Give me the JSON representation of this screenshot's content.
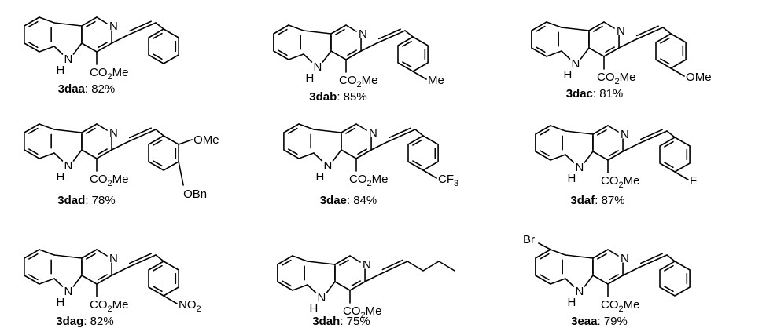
{
  "atoms": {
    "N": "N",
    "H": "H",
    "ester": "CO",
    "ester_sub": "2",
    "ester_tail": "Me",
    "Me": "Me",
    "OMe": "OMe",
    "OBn": "OBn",
    "CF": "CF",
    "CF_sub": "3",
    "F": "F",
    "NO": "NO",
    "NO_sub": "2",
    "Br": "Br"
  },
  "compounds": [
    {
      "id": "3daa",
      "sep": ": ",
      "yield": "82%"
    },
    {
      "id": "3dab",
      "sep": ": ",
      "yield": "85%"
    },
    {
      "id": "3dac",
      "sep": ": ",
      "yield": "81%"
    },
    {
      "id": "3dad",
      "sep": ": ",
      "yield": "78%"
    },
    {
      "id": "3dae",
      "sep": ": ",
      "yield": "84%"
    },
    {
      "id": "3daf",
      "sep": ": ",
      "yield": "87%"
    },
    {
      "id": "3dag",
      "sep": ": ",
      "yield": "82%"
    },
    {
      "id": "3dah",
      "sep": ": ",
      "yield": "75%"
    },
    {
      "id": "3eaa",
      "sep": ": ",
      "yield": "79%"
    }
  ]
}
